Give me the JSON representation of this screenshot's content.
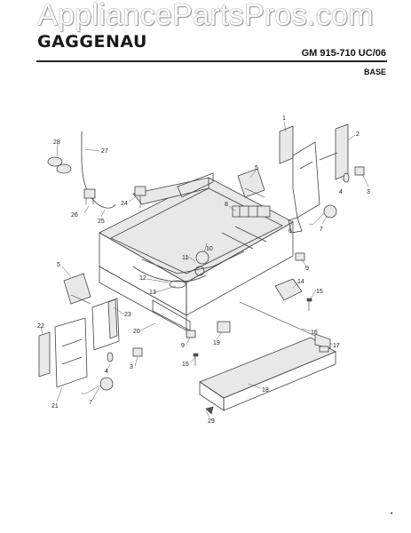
{
  "watermark": "AppliancePartsPros.com",
  "header": {
    "brand": "GAGGENAU",
    "model": "GM 915-710 UC/06",
    "section": "BASE"
  },
  "callouts": [
    "1",
    "2",
    "3",
    "4",
    "5",
    "6",
    "7",
    "8",
    "9",
    "10",
    "11",
    "12",
    "13",
    "14",
    "15",
    "16",
    "17",
    "18",
    "19",
    "20",
    "21",
    "22",
    "23",
    "24",
    "25",
    "26",
    "27",
    "28",
    "29"
  ]
}
